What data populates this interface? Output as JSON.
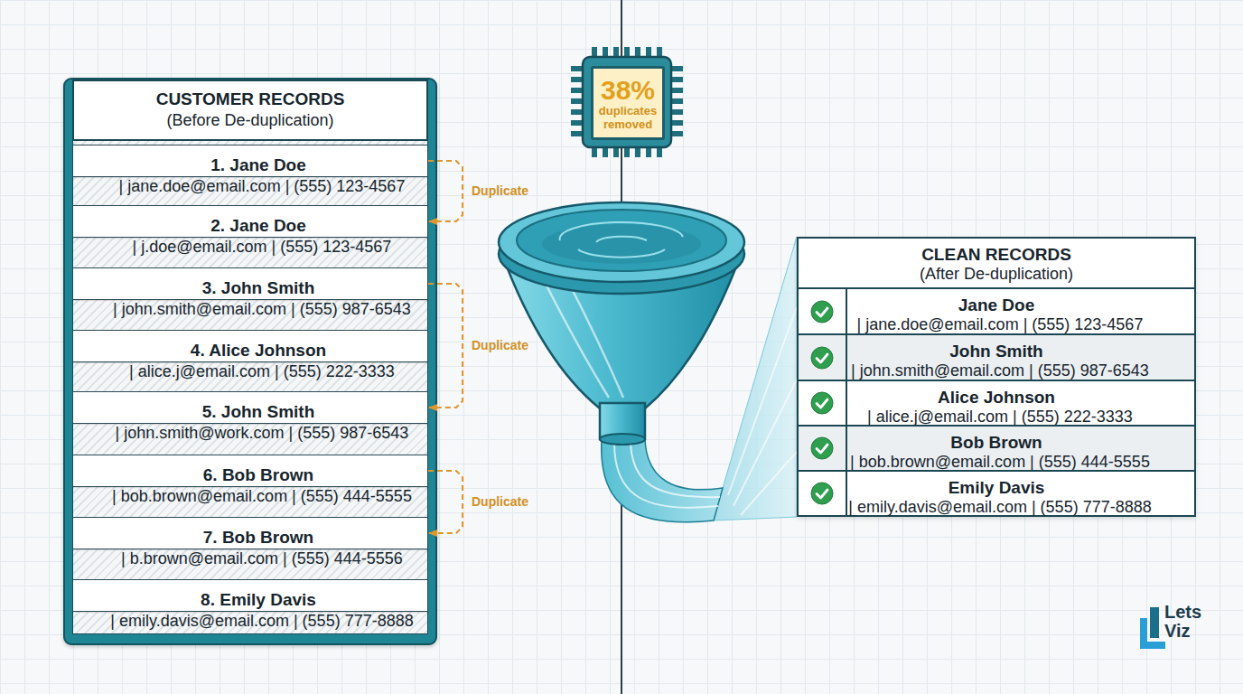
{
  "diagram": {
    "nodes": [
      {
        "text": [
          "CUSTOMER RECORDS",
          "(Before De-duplication)"
        ]
      },
      {
        "text": [
          "1. Jane Doe",
          "| jane.doe@email.com | (555) 123-4567"
        ],
        "in": 0
      },
      {
        "text": [
          "2. Jane Doe",
          "| j.doe@email.com | (555) 123-4567"
        ],
        "in": 0
      },
      {
        "text": [
          "3. John Smith",
          "| john.smith@email.com | (555) 987-6543"
        ],
        "in": 0
      },
      {
        "text": [
          "4. Alice Johnson",
          "| alice.j@email.com | (555) 222-3333"
        ],
        "in": 0
      },
      {
        "text": [
          "5. John Smith",
          "| john.smith@work.com | (555) 987-6543"
        ],
        "in": 0
      },
      {
        "text": [
          "6. Bob Brown",
          "| bob.brown@email.com | (555) 444-5555"
        ],
        "in": 0
      },
      {
        "text": [
          "7. Bob Brown",
          "| b.brown@email.com | (555) 444-5556"
        ],
        "in": 0
      },
      {
        "text": [
          "8. Emily Davis",
          "| emily.davis@email.com | (555) 777-8888"
        ],
        "in": 0
      },
      {
        "text": [
          "38%",
          "duplicates removed"
        ]
      },
      {
        "text": [
          "CLEAN RECORDS",
          "(After De-duplication)"
        ]
      },
      {
        "text": [
          "Jane Doe",
          "| jane.doe@email.com | (555) 123-4567"
        ],
        "in": 10
      },
      {
        "text": [
          "John Smith",
          "| john.smith@email.com | (555) 987-6543"
        ],
        "in": 10
      },
      {
        "text": [
          "Alice Johnson",
          "| alice.j@email.com | (555) 222-3333"
        ],
        "in": 10
      },
      {
        "text": [
          "Bob Brown",
          "| bob.brown@email.com | (555) 444-5555"
        ],
        "in": 10
      },
      {
        "text": [
          "Emily Davis",
          "| emily.davis@email.com | (555) 777-8888"
        ],
        "in": 10
      }
    ],
    "edges": [
      {
        "from": 1,
        "to": 2,
        "arrow": "to",
        "label": "Duplicate"
      },
      {
        "from": 3,
        "to": 5,
        "arrow": "to",
        "label": "Duplicate"
      },
      {
        "from": 6,
        "to": 7,
        "arrow": "to",
        "label": "Duplicate"
      }
    ],
    "labels": [
      "Lets Viz"
    ]
  }
}
